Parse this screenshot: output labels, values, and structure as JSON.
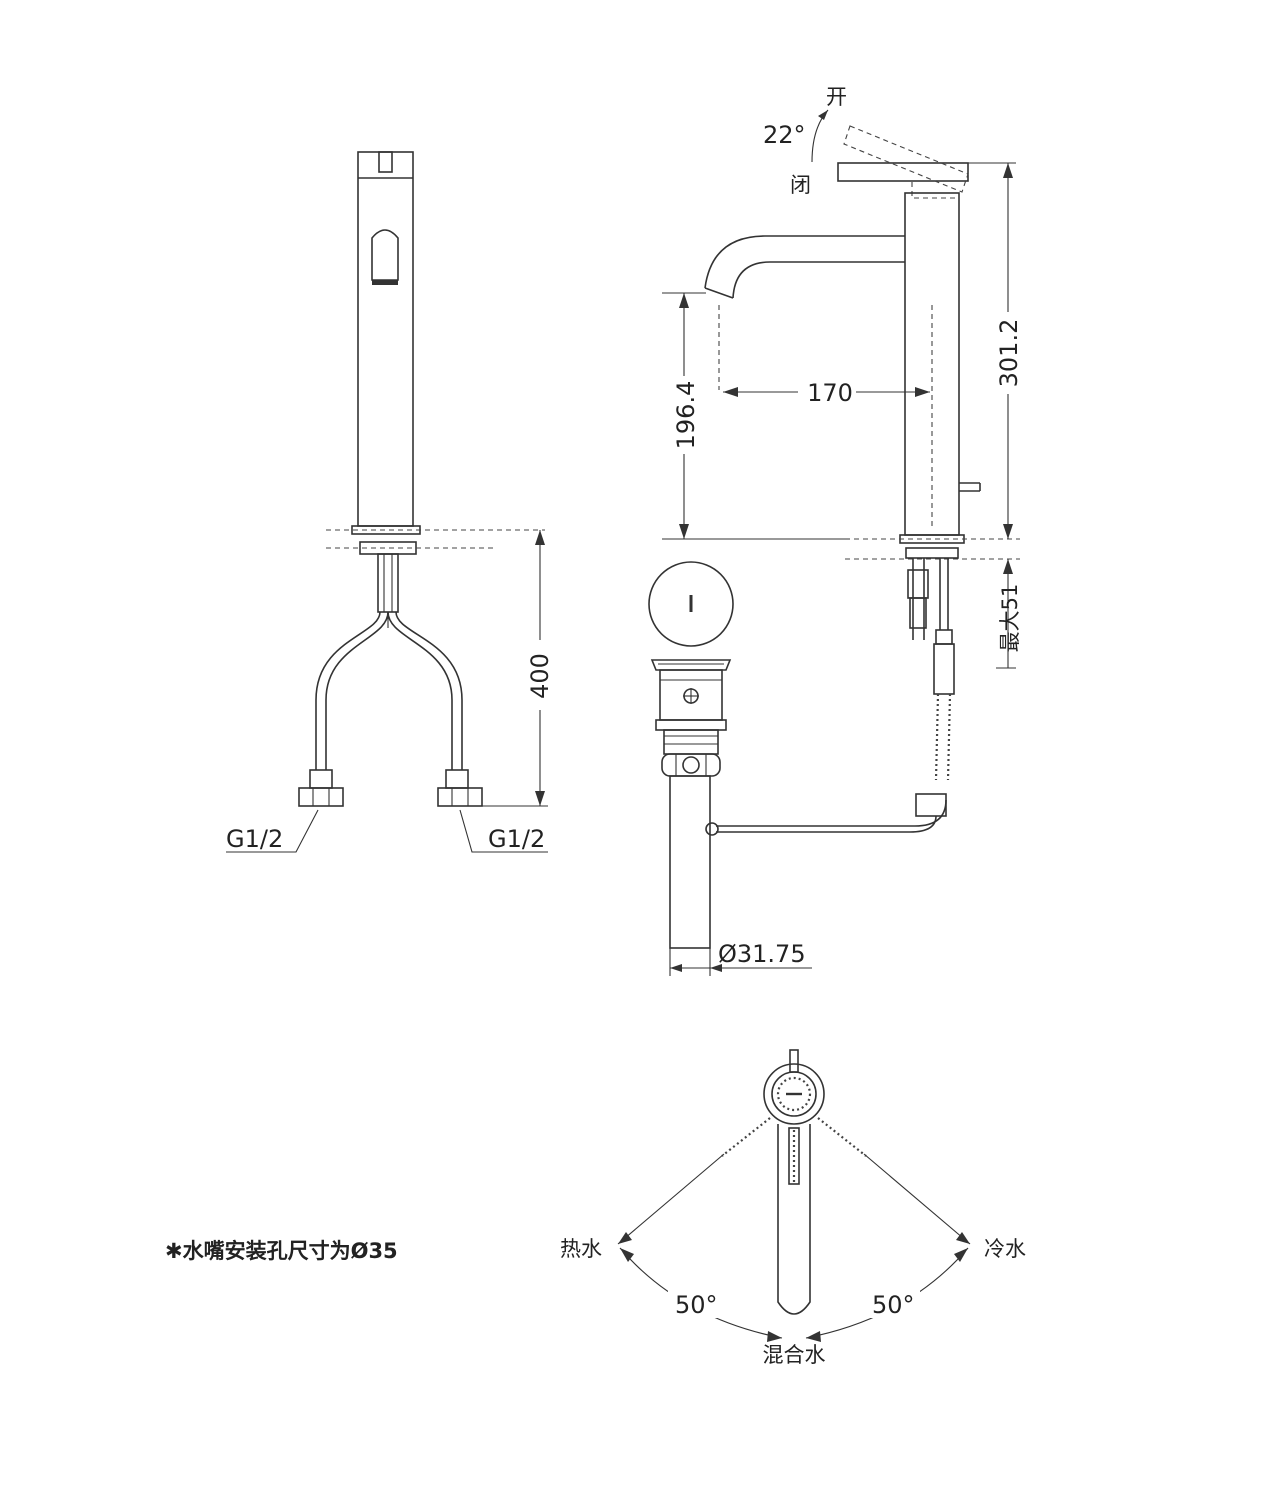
{
  "front_view": {
    "height_label": "400",
    "left_thread_label": "G1/2",
    "right_thread_label": "G1/2"
  },
  "side_view": {
    "open_label": "开",
    "closed_label": "闭",
    "lever_angle_label": "22°",
    "total_height_label": "301.2",
    "spout_height_label": "196.4",
    "spout_reach_label": "170",
    "max_thickness_label": "最大51",
    "drain_diameter_label": "Ø31.75"
  },
  "top_view": {
    "hot_label": "热水",
    "cold_label": "冷水",
    "mixed_label": "混合水",
    "hot_angle_label": "50°",
    "cold_angle_label": "50°"
  },
  "note": {
    "install_hole_text": "✱水嘴安装孔尺寸为Ø35"
  },
  "colors": {
    "line": "#333333",
    "background": "#ffffff"
  }
}
